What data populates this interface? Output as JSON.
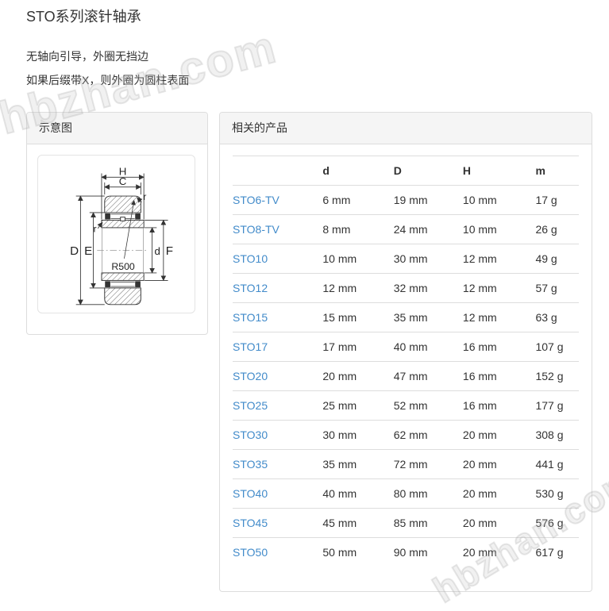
{
  "page": {
    "title": "STO系列滚针轴承",
    "subtitle_1": "无轴向引导，外圈无挡边",
    "subtitle_2": "如果后缀带X，则外圈为圆柱表面",
    "watermark": "hbzhan.com"
  },
  "colors": {
    "link_blue": "#428bca",
    "text": "#333333",
    "panel_border": "#dddddd",
    "panel_heading_bg": "#f5f5f5"
  },
  "diagram_panel": {
    "header": "示意图",
    "labels": {
      "h": "H",
      "c": "C",
      "outer_diameter": "D",
      "raceway_diameter": "E",
      "bore": "d",
      "flange_diameter": "F",
      "r_top": "r",
      "r_side": "r",
      "crown_radius": "R500"
    }
  },
  "products_panel": {
    "header": "相关的产品",
    "table": {
      "columns": [
        "",
        "d",
        "D",
        "H",
        "m"
      ],
      "rows": [
        {
          "name": "STO6-TV",
          "d": "6 mm",
          "D": "19 mm",
          "H": "10 mm",
          "m": "17 g"
        },
        {
          "name": "STO8-TV",
          "d": "8 mm",
          "D": "24 mm",
          "H": "10 mm",
          "m": "26 g"
        },
        {
          "name": "STO10",
          "d": "10 mm",
          "D": "30 mm",
          "H": "12 mm",
          "m": "49 g"
        },
        {
          "name": "STO12",
          "d": "12 mm",
          "D": "32 mm",
          "H": "12 mm",
          "m": "57 g"
        },
        {
          "name": "STO15",
          "d": "15 mm",
          "D": "35 mm",
          "H": "12 mm",
          "m": "63 g"
        },
        {
          "name": "STO17",
          "d": "17 mm",
          "D": "40 mm",
          "H": "16 mm",
          "m": "107 g"
        },
        {
          "name": "STO20",
          "d": "20 mm",
          "D": "47 mm",
          "H": "16 mm",
          "m": "152 g"
        },
        {
          "name": "STO25",
          "d": "25 mm",
          "D": "52 mm",
          "H": "16 mm",
          "m": "177 g"
        },
        {
          "name": "STO30",
          "d": "30 mm",
          "D": "62 mm",
          "H": "20 mm",
          "m": "308 g"
        },
        {
          "name": "STO35",
          "d": "35 mm",
          "D": "72 mm",
          "H": "20 mm",
          "m": "441 g"
        },
        {
          "name": "STO40",
          "d": "40 mm",
          "D": "80 mm",
          "H": "20 mm",
          "m": "530 g"
        },
        {
          "name": "STO45",
          "d": "45 mm",
          "D": "85 mm",
          "H": "20 mm",
          "m": "576 g"
        },
        {
          "name": "STO50",
          "d": "50 mm",
          "D": "90 mm",
          "H": "20 mm",
          "m": "617 g"
        }
      ]
    }
  }
}
